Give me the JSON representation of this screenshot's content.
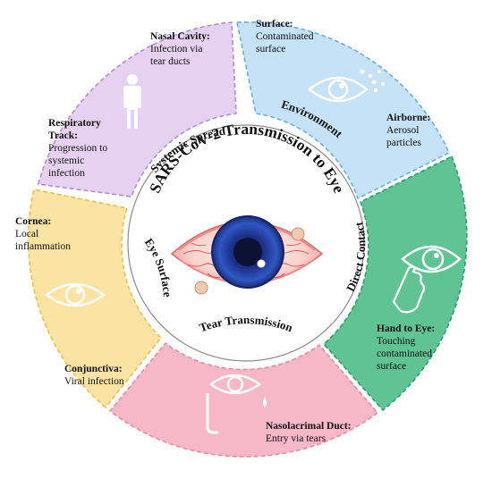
{
  "title": "SARS-CoV-2 Transmission to Eye",
  "colors": {
    "systemic_fill": "#e6d2f0",
    "systemic_stroke": "#a98fd6",
    "environment_fill": "#c6e2f7",
    "environment_stroke": "#6aaee8",
    "direct_fill": "#5fc394",
    "direct_stroke": "#2e9d6a",
    "tear_fill": "#f6b7c7",
    "tear_stroke": "#e88aa4",
    "eye_fill": "#fbe3a3",
    "eye_stroke": "#e8c14e",
    "iris": "#1f3fa0",
    "pupil": "#0b1233",
    "sclera_vein": "#e0494f"
  },
  "sectors": {
    "systemic": {
      "title": "Systemic Spread",
      "icon": "person-icon",
      "nasal_head": "Nasal Cavity:",
      "nasal_l1": "Infection via",
      "nasal_l2": "tear ducts",
      "resp_head_l1": "Respiratory",
      "resp_head_l2": "Track:",
      "resp_l1": "Progression to",
      "resp_l2": "systemic",
      "resp_l3": "infection"
    },
    "environment": {
      "title": "Environment",
      "icon": "eye-aerosol-icon",
      "surface_head": "Surface:",
      "surface_l1": "Contaminated",
      "surface_l2": "surface",
      "airborne_head": "Airborne:",
      "airborne_l1": "Aerosol",
      "airborne_l2": "particles"
    },
    "direct": {
      "title": "Direct Contact",
      "icon": "hand-touch-eye-icon",
      "hand_head": "Hand to Eye:",
      "hand_l1": "Touching",
      "hand_l2": "contaminated",
      "hand_l3": "surface"
    },
    "tear": {
      "title": "Tear Transmission",
      "icon": "tear-duct-icon",
      "naso_head": "Nasolacrimal Duct:",
      "naso_l1": "Entry via tears"
    },
    "eye_surface": {
      "title": "Eye Surface",
      "icon": "eye-icon",
      "cornea_head": "Cornea:",
      "cornea_l1": "Local",
      "cornea_l2": "inflammation",
      "conj_head": "Conjunctiva:",
      "conj_l1": "Viral infection"
    }
  }
}
